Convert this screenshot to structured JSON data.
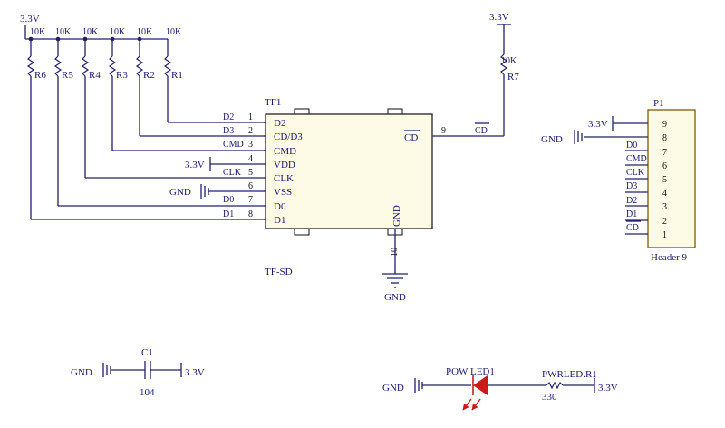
{
  "pullups": [
    {
      "ref": "R6",
      "value": "10K"
    },
    {
      "ref": "R5",
      "value": "10K"
    },
    {
      "ref": "R4",
      "value": "10K"
    },
    {
      "ref": "R3",
      "value": "10K"
    },
    {
      "ref": "R2",
      "value": "10K"
    },
    {
      "ref": "R1",
      "value": "10K"
    }
  ],
  "rails": {
    "vcc_label": "3.3V",
    "gnd_label": "GND"
  },
  "tf": {
    "ref": "TF1",
    "name": "TF-SD",
    "pins": [
      {
        "num": "1",
        "name": "D2",
        "net": "D2"
      },
      {
        "num": "2",
        "name": "CD/D3",
        "net": "D3"
      },
      {
        "num": "3",
        "name": "CMD",
        "net": "CMD"
      },
      {
        "num": "4",
        "name": "VDD",
        "net": ""
      },
      {
        "num": "5",
        "name": "CLK",
        "net": "CLK"
      },
      {
        "num": "6",
        "name": "VSS",
        "net": ""
      },
      {
        "num": "7",
        "name": "D0",
        "net": "D0"
      },
      {
        "num": "8",
        "name": "D1",
        "net": "D1"
      }
    ],
    "cd_pin": {
      "num": "9",
      "name": "CD",
      "net": "CD"
    },
    "gnd_pin": {
      "num": "10",
      "name": "GND"
    }
  },
  "r7": {
    "ref": "R7",
    "value": "10K"
  },
  "header": {
    "ref": "P1",
    "name": "Header 9",
    "pins": [
      {
        "num": "9",
        "net": "3.3V"
      },
      {
        "num": "8",
        "net": ""
      },
      {
        "num": "7",
        "net": "D0"
      },
      {
        "num": "6",
        "net": "CMD"
      },
      {
        "num": "5",
        "net": "CLK"
      },
      {
        "num": "4",
        "net": "D3"
      },
      {
        "num": "3",
        "net": "D2"
      },
      {
        "num": "2",
        "net": "D1"
      },
      {
        "num": "1",
        "net": "CD"
      }
    ]
  },
  "c1": {
    "ref": "C1",
    "value": "104"
  },
  "led": {
    "ref": "POW LED1",
    "resistor_ref": "PWRLED.R1",
    "resistor_value": "330"
  },
  "colors": {
    "wire": "#20206a",
    "led": "#cc1a1a",
    "chip_fill": "#fdfbe6"
  }
}
